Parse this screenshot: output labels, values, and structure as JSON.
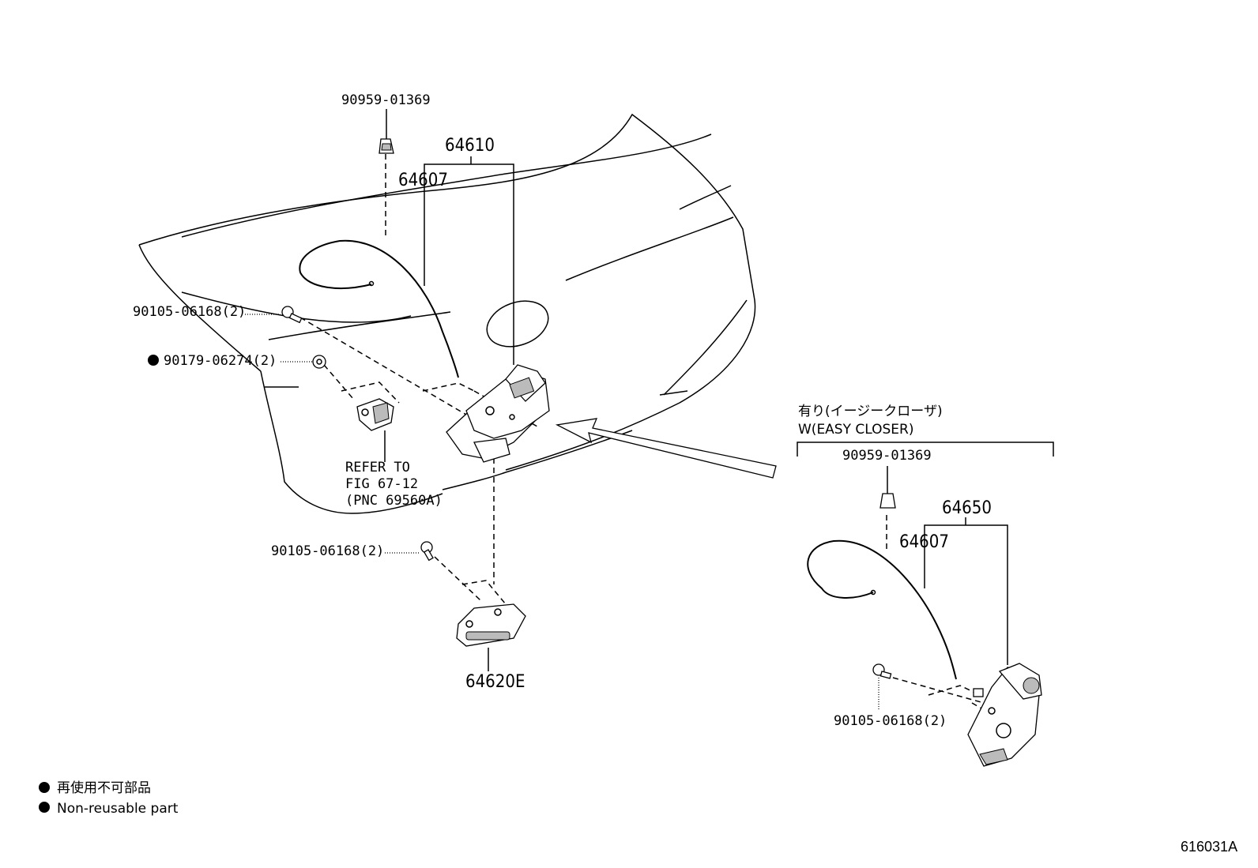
{
  "callouts": {
    "p64610_top": "64610",
    "p64607_top": "64607",
    "p90959_top": "90959-01369",
    "p90105_a": "90105-06168(2)",
    "p90179": "90179-06274(2)",
    "refer1": "REFER TO",
    "refer2": "FIG 67-12",
    "refer3": "(PNC 69560A)",
    "p90105_b": "90105-06168(2)",
    "p64620e": "64620E"
  },
  "easy_closer": {
    "title_jp": "有り(イージークローザ)",
    "title_en": "W(EASY CLOSER)",
    "p90959": "90959-01369",
    "p64650": "64650",
    "p64607": "64607",
    "p90105": "90105-06168(2)"
  },
  "legend": {
    "jp": "再使用不可部品",
    "en": "Non-reusable part"
  },
  "figure_code": "616031A"
}
